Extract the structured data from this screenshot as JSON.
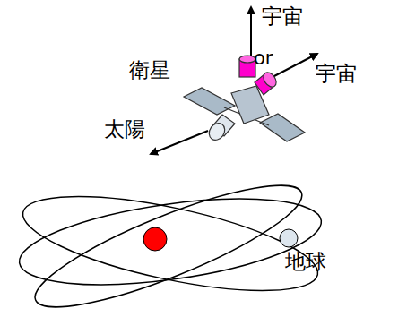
{
  "diagram": {
    "labels": [
      "宇宙",
      "or",
      "宇宙",
      "衛星",
      "太陽",
      "地球"
    ]
  }
}
